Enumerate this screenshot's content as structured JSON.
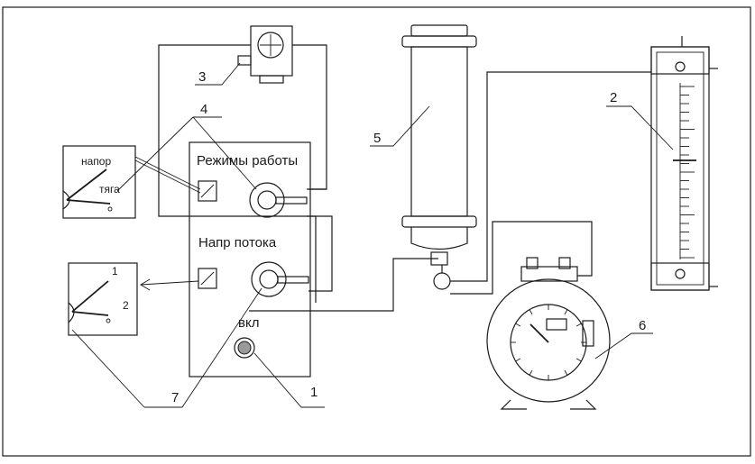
{
  "panel": {
    "modes_label": "Режимы работы",
    "flow_label": "Напр потока",
    "power_label": "вкл"
  },
  "gauge_top": {
    "label_pressure": "напор",
    "label_draft": "тяга"
  },
  "gauge_bottom": {
    "label_1": "1",
    "label_2": "2"
  },
  "callouts": {
    "c1": "1",
    "c2": "2",
    "c3": "3",
    "c4": "4",
    "c5": "5",
    "c6": "6",
    "c7": "7"
  }
}
